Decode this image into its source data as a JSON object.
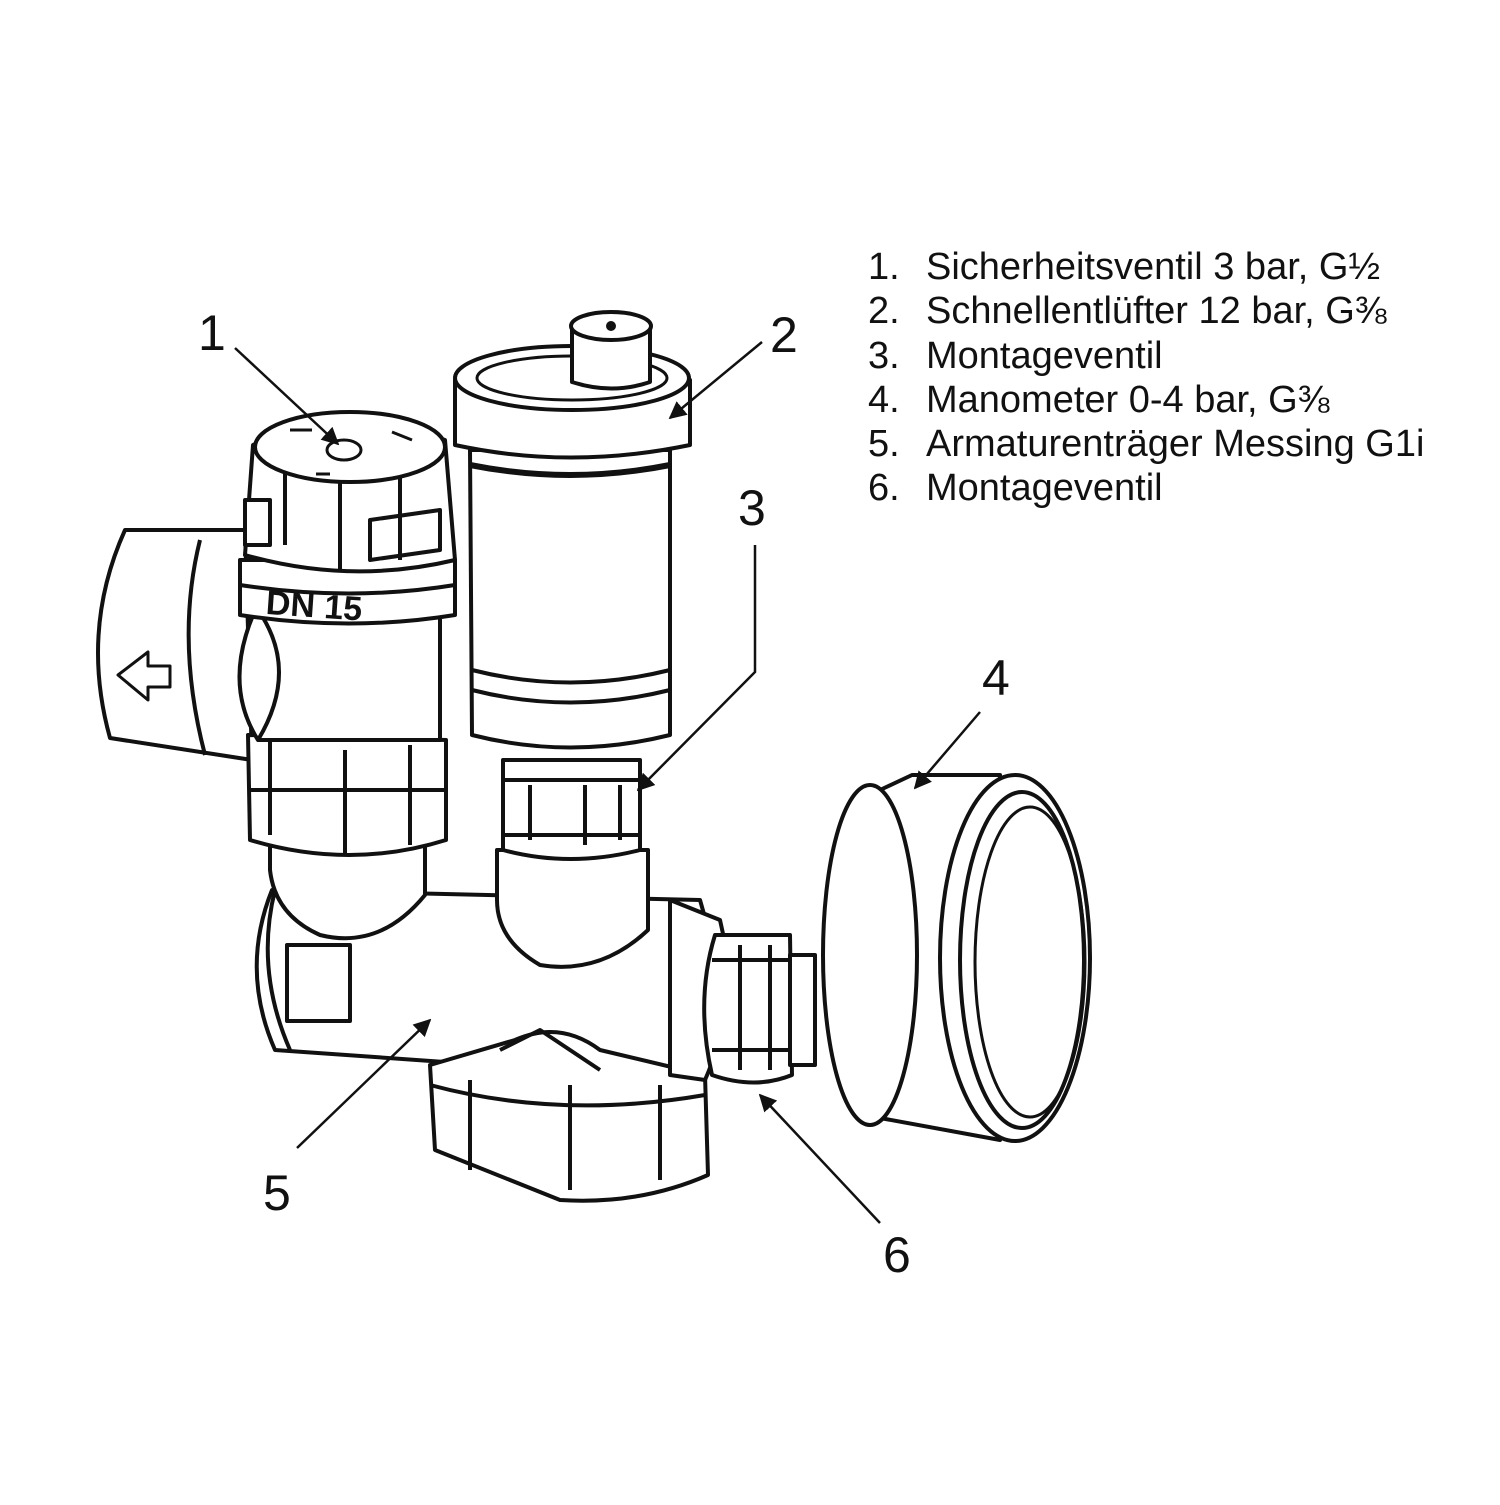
{
  "callouts": [
    {
      "number": "1"
    },
    {
      "number": "2"
    },
    {
      "number": "3"
    },
    {
      "number": "4"
    },
    {
      "number": "5"
    },
    {
      "number": "6"
    }
  ],
  "stamp": "DN 15",
  "legend": [
    {
      "num": "1.",
      "text": "Sicherheitsventil 3 bar, G½"
    },
    {
      "num": "2.",
      "text": "Schnellentlüfter 12 bar, G⅜"
    },
    {
      "num": "3.",
      "text": "Montageventil"
    },
    {
      "num": "4.",
      "text": "Manometer 0-4 bar, G⅜"
    },
    {
      "num": "5.",
      "text": "Armaturenträger Messing G1i"
    },
    {
      "num": "6.",
      "text": "Montageventil"
    }
  ],
  "colors": {
    "line": "#111111",
    "fill": "#ffffff"
  }
}
